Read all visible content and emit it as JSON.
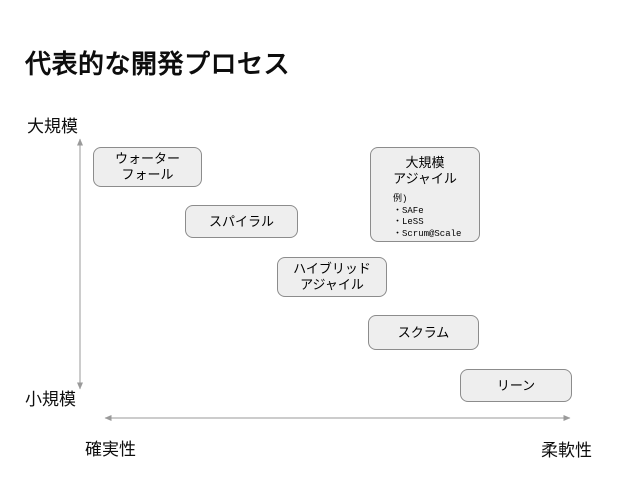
{
  "slide": {
    "title": "代表的な開発プロセス",
    "y_axis": {
      "top_label": "大規模",
      "bottom_label": "小規模"
    },
    "x_axis": {
      "left_label": "確実性",
      "right_label": "柔軟性"
    },
    "boxes": [
      {
        "name": "waterfall",
        "lines": [
          "ウォーター",
          "フォール"
        ]
      },
      {
        "name": "spiral",
        "lines": [
          "スパイラル"
        ]
      },
      {
        "name": "hybrid-agile",
        "lines": [
          "ハイブリッド",
          "アジャイル"
        ]
      },
      {
        "name": "scrum",
        "lines": [
          "スクラム"
        ]
      },
      {
        "name": "lean",
        "lines": [
          "リーン"
        ]
      },
      {
        "name": "large-scale-agile",
        "lines": [
          "大規模",
          "アジャイル"
        ],
        "examples_heading": "例)",
        "examples": [
          "・SAFe",
          "・LeSS",
          "・Scrum@Scale"
        ]
      }
    ],
    "colors": {
      "background": "#ffffff",
      "box_fill": "#eeeeee",
      "box_border": "#8c8c8c",
      "axis": "#9a9a9a",
      "text": "#000000"
    }
  }
}
